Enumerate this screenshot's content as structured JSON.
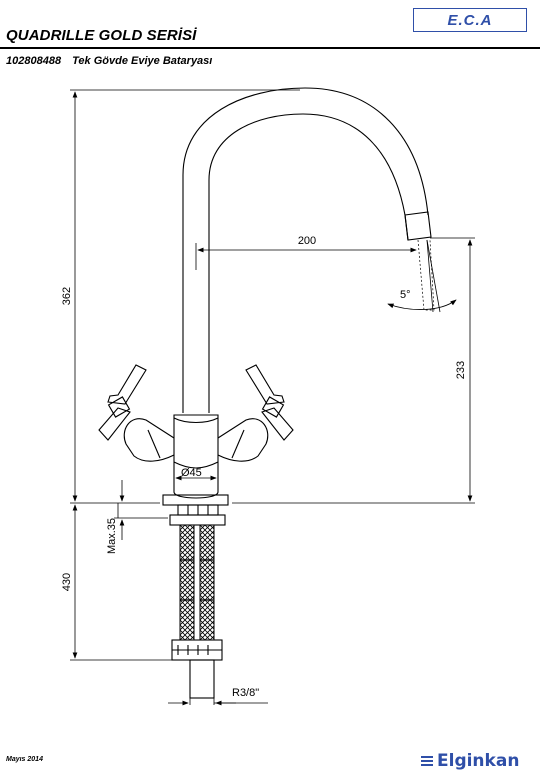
{
  "header": {
    "series_title": "QUADRILLE GOLD SERİSİ",
    "product_code": "102808488",
    "product_name": "Tek Gövde Eviye Bataryası",
    "logo_text": "E.C.A"
  },
  "drawing": {
    "dim_total_height": "362",
    "dim_spout_reach": "200",
    "dim_spout_height": "233",
    "dim_angle": "5°",
    "dim_body_diameter": "Ø45",
    "dim_max_thickness": "Max.35",
    "dim_hose_length": "430",
    "dim_thread": "R3/8\""
  },
  "footer": {
    "date": "Mayıs 2014",
    "brand": "Elginkan"
  },
  "colors": {
    "brand_blue": "#2f4fa8",
    "line": "#000000"
  }
}
